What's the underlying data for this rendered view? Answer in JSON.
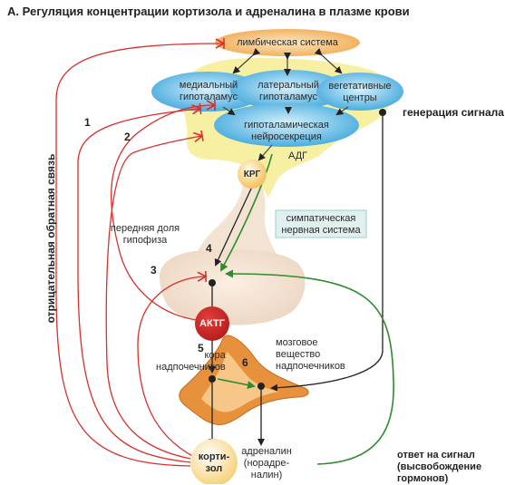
{
  "title": "A. Регуляция концентрации кортизола и адреналина в плазме крови",
  "labels": {
    "limbic": "лимбическая система",
    "medial_1": "медиальный",
    "medial_2": "гипоталамус",
    "lateral_1": "латеральный",
    "lateral_2": "гипоталамус",
    "vegetative_1": "вегетативные",
    "vegetative_2": "центры",
    "neurosecretion_1": "гипоталамическая",
    "neurosecretion_2": "нейросекреция",
    "adg": "АДГ",
    "krg": "КРГ",
    "sympathetic_1": "симпатическая",
    "sympathetic_2": "нервная система",
    "pituitary_1": "передняя доля",
    "pituitary_2": "гипофиза",
    "actg": "АКТГ",
    "cortex_1": "кора",
    "cortex_2": "надпочечников",
    "medulla_1": "мозговое",
    "medulla_2": "вещество",
    "medulla_3": "надпочечников",
    "cortisol_1": "корти-",
    "cortisol_2": "зол",
    "adrenaline_1": "адреналин",
    "adrenaline_2": "(норадре-",
    "adrenaline_3": "налин)",
    "signal_generation": "генерация сигнала",
    "response_1": "ответ на сигнал",
    "response_2": "(высвобождение",
    "response_3": "гормонов)",
    "feedback": "отрицательная обратная связь"
  },
  "numbers": {
    "n1": "1",
    "n2": "2",
    "n3": "3",
    "n4": "4",
    "n5": "5",
    "n6": "6"
  },
  "colors": {
    "feedback_arrow": "#d8302c",
    "response_arrow": "#2e8b2e",
    "hypothalamus_blue": "#3fa7dc",
    "limbic_orange": "#f2b25a",
    "brain_yellow": "#f7f0a2",
    "adrenal_orange": "#e8913c",
    "signal_black": "#222222"
  }
}
